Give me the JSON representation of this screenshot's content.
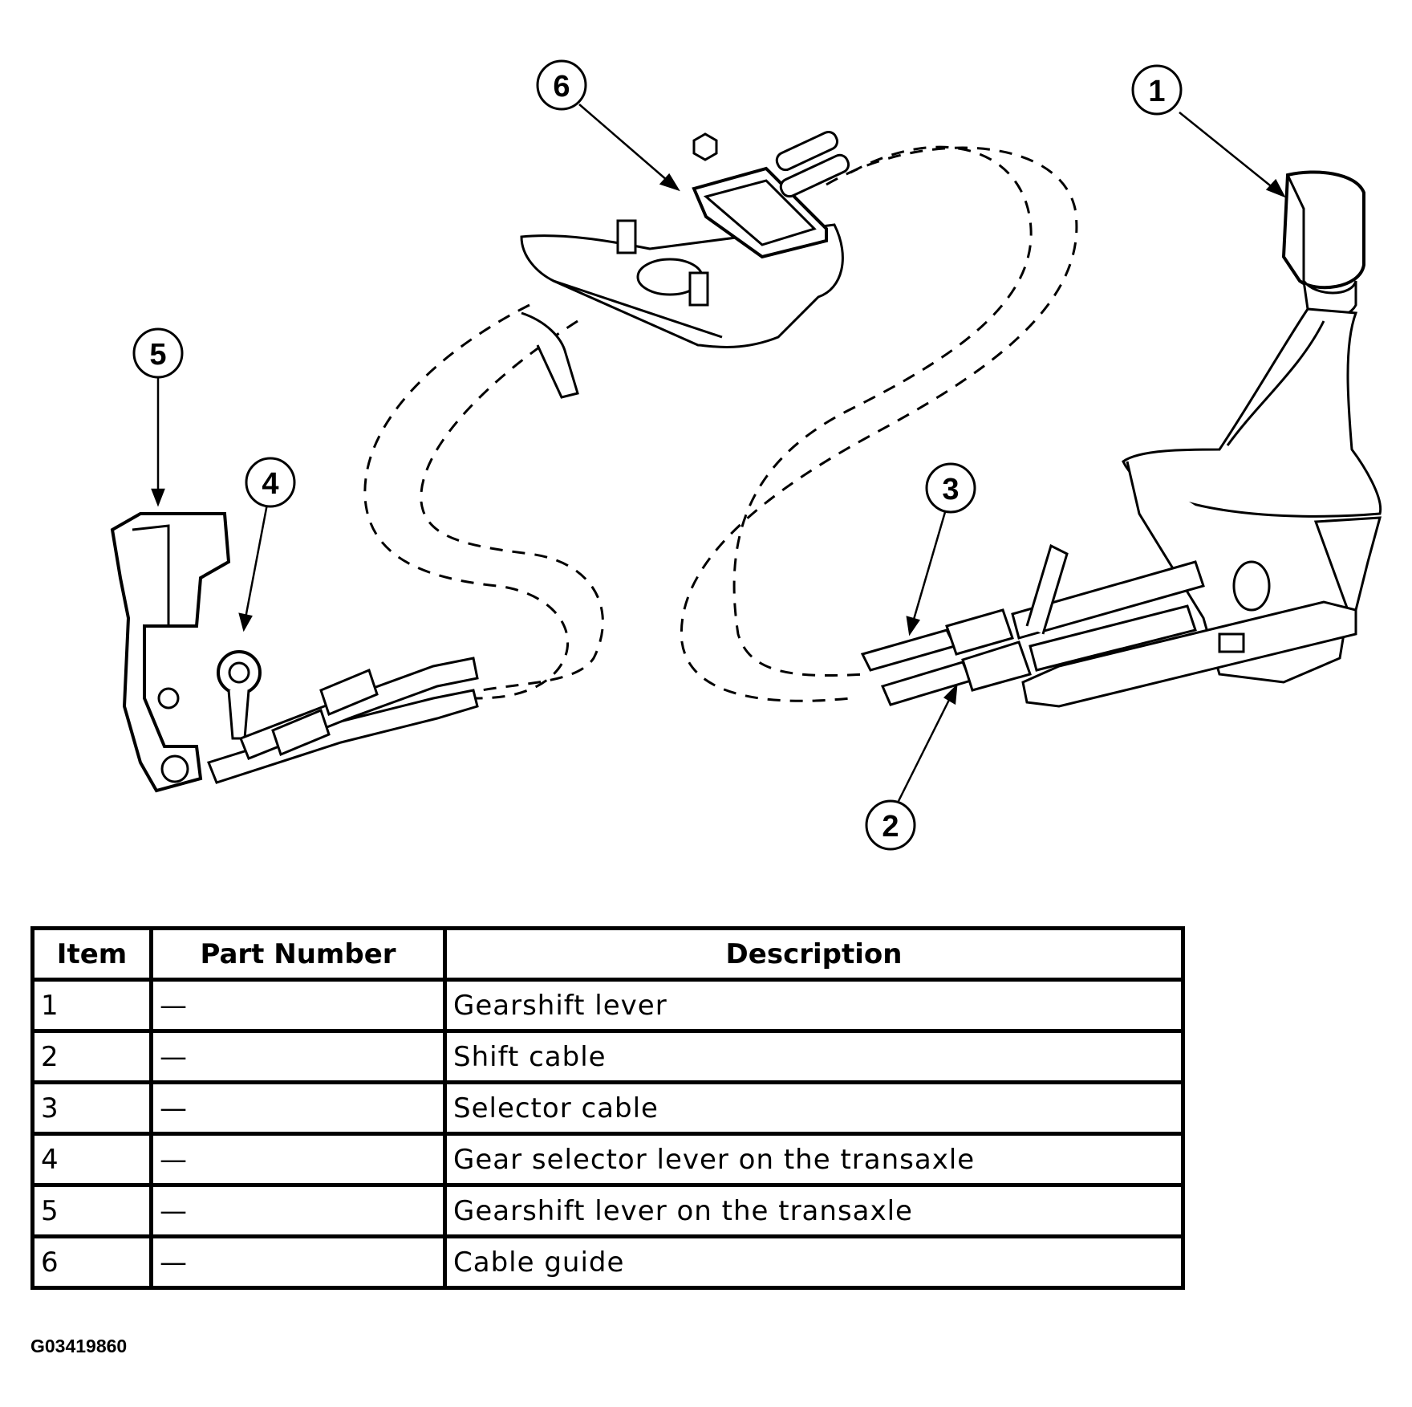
{
  "callouts": [
    {
      "label": "1"
    },
    {
      "label": "2"
    },
    {
      "label": "3"
    },
    {
      "label": "4"
    },
    {
      "label": "5"
    },
    {
      "label": "6"
    }
  ],
  "table": {
    "headers": {
      "item": "Item",
      "part_number": "Part Number",
      "description": "Description"
    },
    "rows": [
      {
        "item": "1",
        "part_number": "—",
        "description": "Gearshift lever"
      },
      {
        "item": "2",
        "part_number": "—",
        "description": "Shift cable"
      },
      {
        "item": "3",
        "part_number": "—",
        "description": "Selector cable"
      },
      {
        "item": "4",
        "part_number": "—",
        "description": "Gear selector lever on the transaxle"
      },
      {
        "item": "5",
        "part_number": "—",
        "description": "Gearshift lever on the transaxle"
      },
      {
        "item": "6",
        "part_number": "—",
        "description": "Cable guide"
      }
    ]
  },
  "figure_id": "G03419860"
}
